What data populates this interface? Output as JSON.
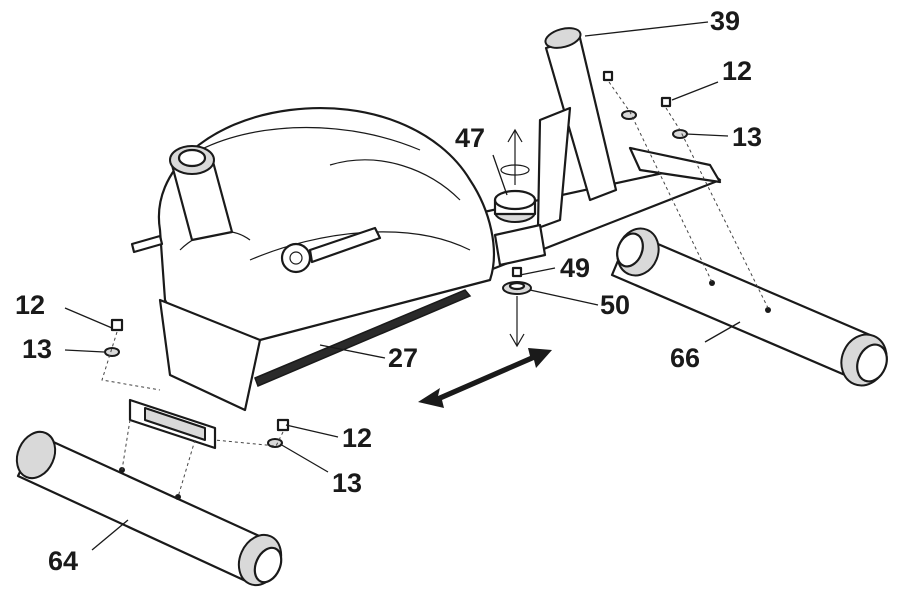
{
  "callouts": {
    "c39": "39",
    "c12_top": "12",
    "c13_top": "13",
    "c47": "47",
    "c49": "49",
    "c50": "50",
    "c66": "66",
    "c12_left": "12",
    "c13_left": "13",
    "c27": "27",
    "c12_mid": "12",
    "c13_mid": "13",
    "c64": "64"
  },
  "colors": {
    "ink": "#1a1a1a",
    "shade": "#d9d9d9",
    "background": "#ffffff"
  }
}
